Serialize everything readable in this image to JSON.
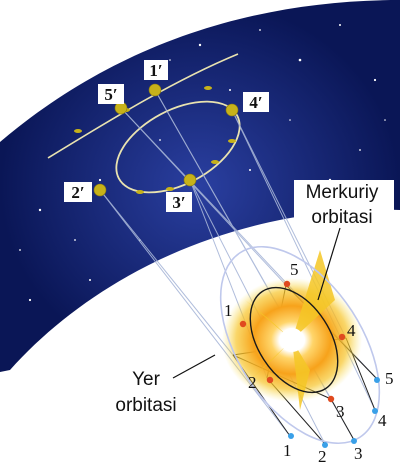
{
  "sky_positions": [
    "1′",
    "2′",
    "3′",
    "4′",
    "5′"
  ],
  "earth_positions": [
    "1",
    "2",
    "3",
    "4",
    "5"
  ],
  "mercury_positions": [
    "1",
    "2",
    "3",
    "4",
    "5"
  ],
  "labels": {
    "mercury_orbit_line1": "Merkuriy",
    "mercury_orbit_line2": "orbitasi",
    "earth_orbit_line1": "Yer",
    "earth_orbit_line2": "orbitasi"
  },
  "colors": {
    "sky": "#0b1a5e",
    "mercury_dots": "#e04a1f",
    "earth_dots": "#3aa0e8",
    "sky_dots": "#c7b21a",
    "sun": "#f7a21b"
  }
}
